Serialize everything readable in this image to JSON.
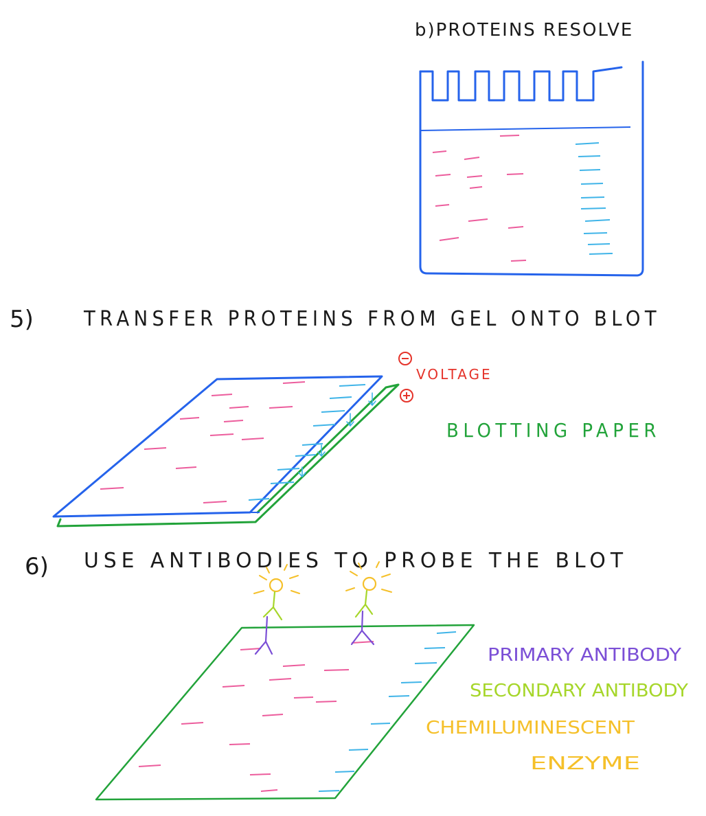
{
  "gel_section": {
    "heading": "b)PROTEINS RESOLVE",
    "color": "#2563eb"
  },
  "step5": {
    "number": "5)",
    "heading": "TRANSFER PROTEINS FROM GEL ONTO BLOT",
    "minus_symbol": "−",
    "plus_symbol": "+",
    "voltage_label": "VOLTAGE",
    "voltage_color": "#e5332a",
    "blotting_label": "BLOTTING PAPER",
    "blotting_color": "#22a33a"
  },
  "step6": {
    "number": "6)",
    "heading": "USE ANTIBODIES TO PROBE THE BLOT",
    "legend": [
      {
        "text": "PRIMARY ANTIBODY",
        "color": "#7b4fd6"
      },
      {
        "text": "SECONDARY ANTIBODY",
        "color": "#a6d62a"
      },
      {
        "text": "CHEMILUMINESCENT",
        "color": "#f5c02a"
      },
      {
        "text": "ENZYME",
        "color": "#f5c02a"
      }
    ]
  },
  "colors": {
    "gel_outline": "#2563eb",
    "blot_outline": "#22a33a",
    "pink_band": "#ec5c9c",
    "blue_band": "#3fb4e8",
    "primary_antibody": "#7b4fd6",
    "secondary_antibody": "#a6d62a",
    "enzyme": "#f5c02a",
    "ink": "#1a1a1a"
  }
}
